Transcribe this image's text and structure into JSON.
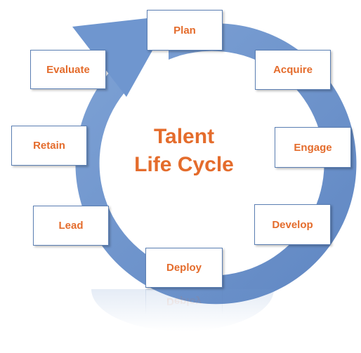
{
  "title_line1": "Talent",
  "title_line2": "Life Cycle",
  "stages": [
    {
      "id": "plan",
      "label": "Plan"
    },
    {
      "id": "acquire",
      "label": "Acquire"
    },
    {
      "id": "engage",
      "label": "Engage"
    },
    {
      "id": "develop",
      "label": "Develop"
    },
    {
      "id": "deploy",
      "label": "Deploy"
    },
    {
      "id": "lead",
      "label": "Lead"
    },
    {
      "id": "retain",
      "label": "Retain"
    },
    {
      "id": "evaluate",
      "label": "Evaluate"
    }
  ],
  "colors": {
    "ring": "#6f96cf",
    "box_border": "#5b7fb3",
    "text": "#e46c2c"
  }
}
